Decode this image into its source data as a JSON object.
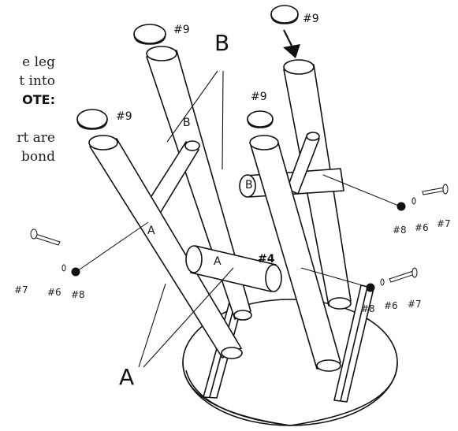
{
  "instructions": {
    "line1": "e leg",
    "line2": "t into",
    "line3": "OTE:",
    "line4": "rt are",
    "line5": "bond"
  },
  "labels": {
    "leg_a_big": "A",
    "leg_b_big": "B",
    "leg_a_mark_1": "A",
    "leg_b_mark_1": "B",
    "rung_a": "A",
    "rung_b": "B",
    "part4": "#4",
    "cap1": "#9",
    "cap2": "#9",
    "cap3": "#9",
    "cap4": "#9",
    "screw_left_7": "#7",
    "screw_left_6": "#6",
    "screw_left_8": "#8",
    "screw_right_7": "#7",
    "screw_right_6": "#6",
    "screw_right_8": "#8",
    "screw_bot_7": "#7",
    "screw_bot_6": "#6",
    "screw_bot_8": "#8"
  }
}
